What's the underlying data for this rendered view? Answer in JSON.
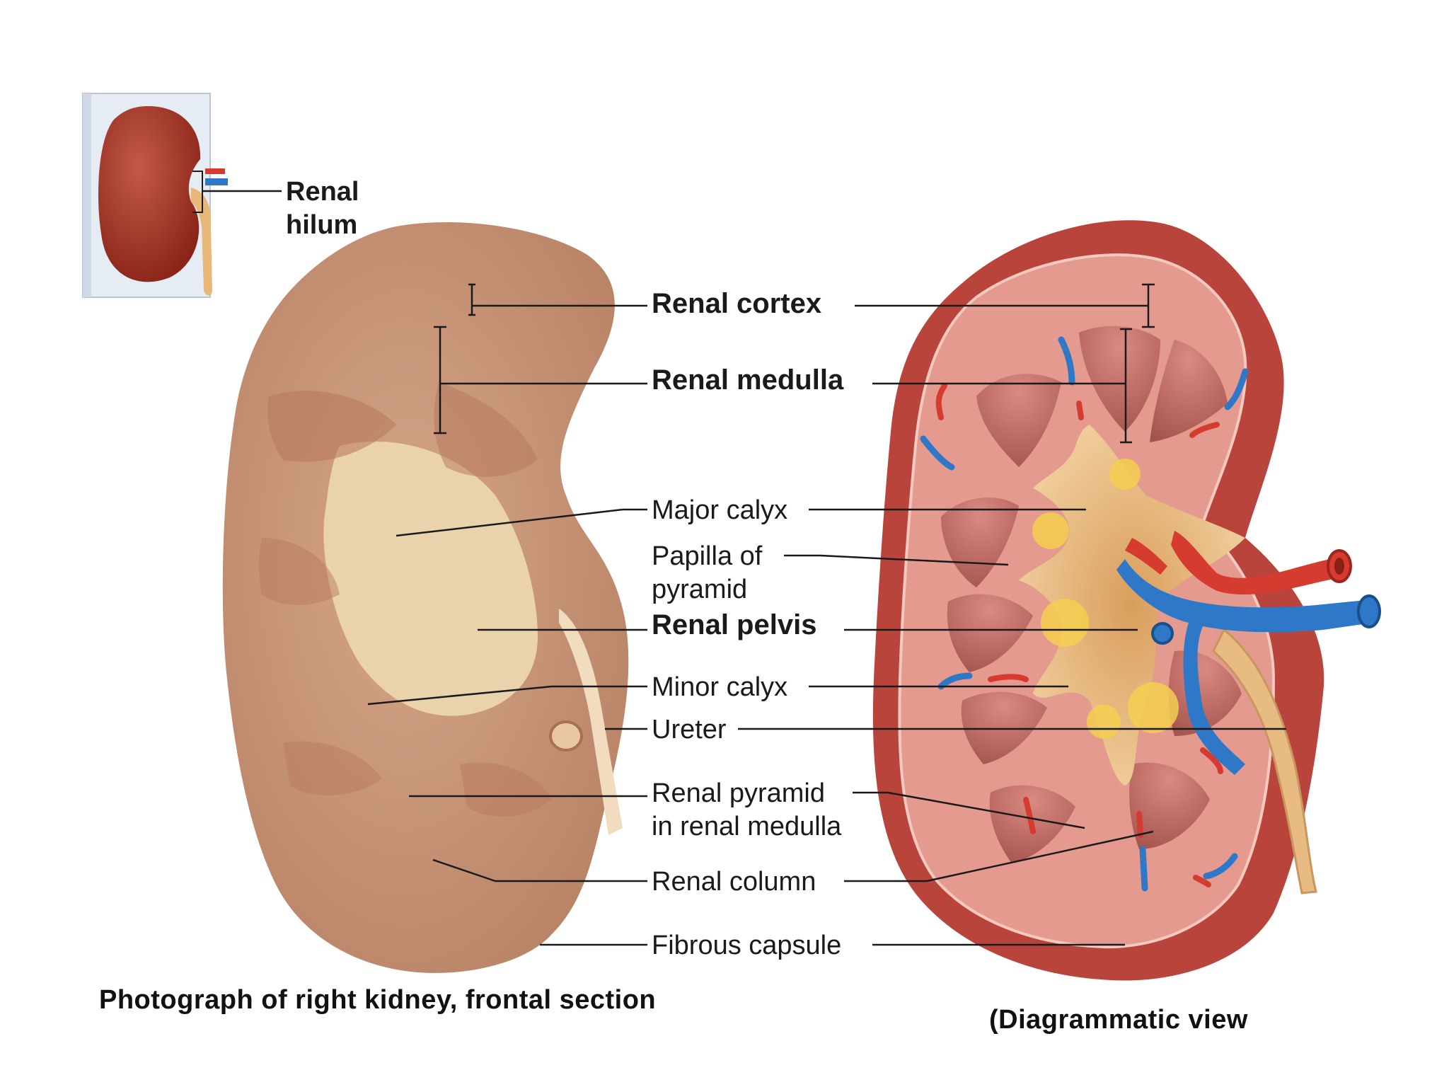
{
  "labels": {
    "renal_hilum": "Renal\nhilum",
    "renal_cortex": "Renal cortex",
    "renal_medulla": "Renal medulla",
    "major_calyx": "Major calyx",
    "papilla_of_pyramid": "Papilla of\npyramid",
    "renal_pelvis": "Renal pelvis",
    "minor_calyx": "Minor calyx",
    "ureter": "Ureter",
    "renal_pyramid": "Renal pyramid\nin renal medulla",
    "renal_column": "Renal column",
    "fibrous_capsule": "Fibrous capsule"
  },
  "captions": {
    "photograph": "Photograph of right kidney, frontal section",
    "diagram": "(Diagrammatic view"
  },
  "colors": {
    "photo_tissue": "#c9957a",
    "photo_pelvis": "#ead2ad",
    "diagram_cortex": "#e49a8e",
    "diagram_capsule": "#b8443c",
    "diagram_pyramid": "#b9645e",
    "diagram_pelvis": "#f0c58f",
    "artery": "#d63b2f",
    "vein": "#2f78c8",
    "fat": "#f3cf4f"
  }
}
